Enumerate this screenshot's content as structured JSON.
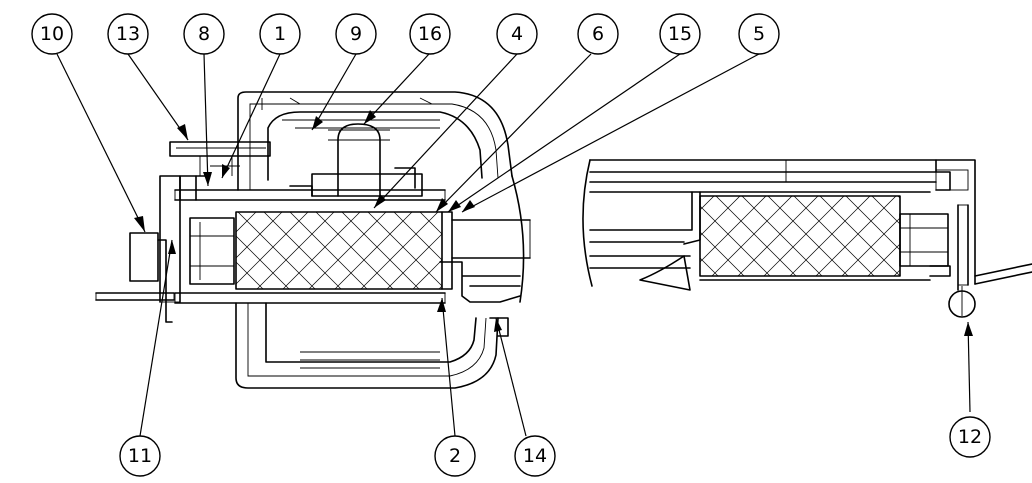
{
  "callouts": [
    {
      "id": "10",
      "label": "10"
    },
    {
      "id": "13",
      "label": "13"
    },
    {
      "id": "8",
      "label": "8"
    },
    {
      "id": "1",
      "label": "1"
    },
    {
      "id": "9",
      "label": "9"
    },
    {
      "id": "16",
      "label": "16"
    },
    {
      "id": "4",
      "label": "4"
    },
    {
      "id": "6",
      "label": "6"
    },
    {
      "id": "15",
      "label": "15"
    },
    {
      "id": "5",
      "label": "5"
    },
    {
      "id": "11",
      "label": "11"
    },
    {
      "id": "2",
      "label": "2"
    },
    {
      "id": "14",
      "label": "14"
    },
    {
      "id": "12",
      "label": "12"
    }
  ]
}
